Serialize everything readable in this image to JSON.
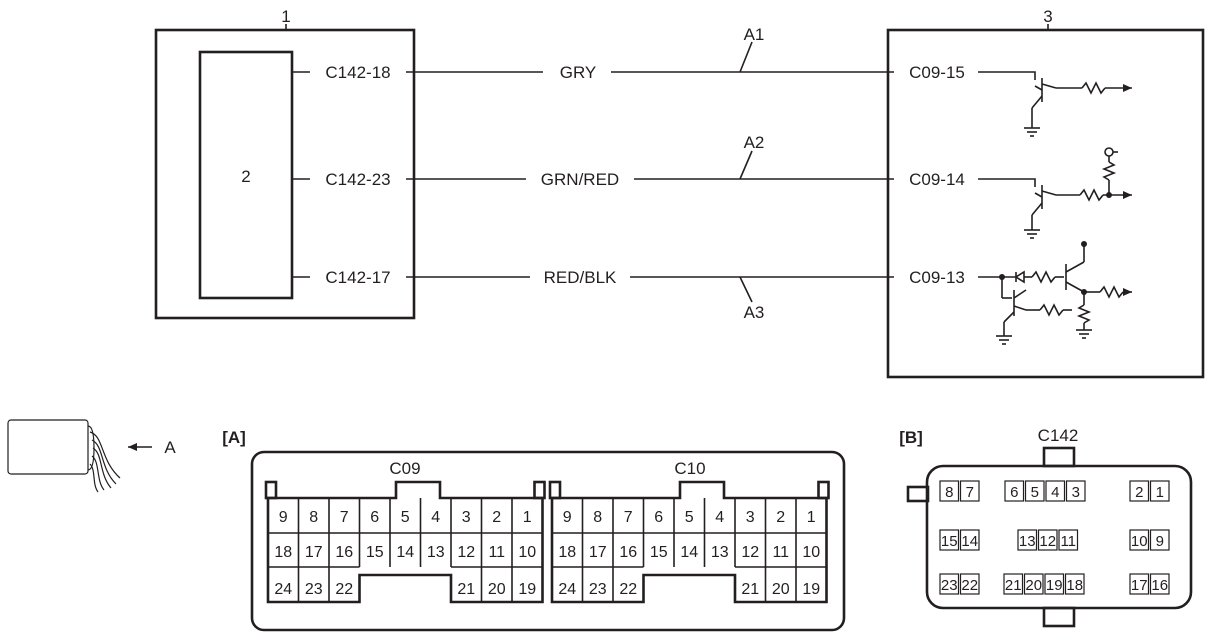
{
  "components": {
    "ecm_number": "1",
    "module_number": "2",
    "receiver_number": "3"
  },
  "wires": [
    {
      "from": "C142-18",
      "color": "GRY",
      "to": "C09-15",
      "ref": "A1"
    },
    {
      "from": "C142-23",
      "color": "GRN/RED",
      "to": "C09-14",
      "ref": "A2"
    },
    {
      "from": "C142-17",
      "color": "RED/BLK",
      "to": "C09-13",
      "ref": "A3"
    }
  ],
  "connector_view": {
    "arrow_label": "A"
  },
  "connector_a": {
    "label": "[A]",
    "c09_name": "C09",
    "c10_name": "C10",
    "row1": [
      "9",
      "8",
      "7",
      "6",
      "5",
      "4",
      "3",
      "2",
      "1"
    ],
    "row2": [
      "18",
      "17",
      "16",
      "15",
      "14",
      "13",
      "12",
      "11",
      "10"
    ],
    "row3_left": [
      "24",
      "23",
      "22"
    ],
    "row3_right": [
      "21",
      "20",
      "19"
    ]
  },
  "connector_b": {
    "label": "[B]",
    "name": "C142",
    "row1_g1": [
      "8",
      "7"
    ],
    "row1_g2": [
      "6",
      "5",
      "4",
      "3"
    ],
    "row1_g3": [
      "2",
      "1"
    ],
    "row2_g1": [
      "15",
      "14"
    ],
    "row2_g2": [
      "13",
      "12",
      "11"
    ],
    "row2_g3": [
      "10",
      "9"
    ],
    "row3_g1": [
      "23",
      "22"
    ],
    "row3_g2": [
      "21",
      "20",
      "19",
      "18"
    ],
    "row3_g3": [
      "17",
      "16"
    ]
  }
}
